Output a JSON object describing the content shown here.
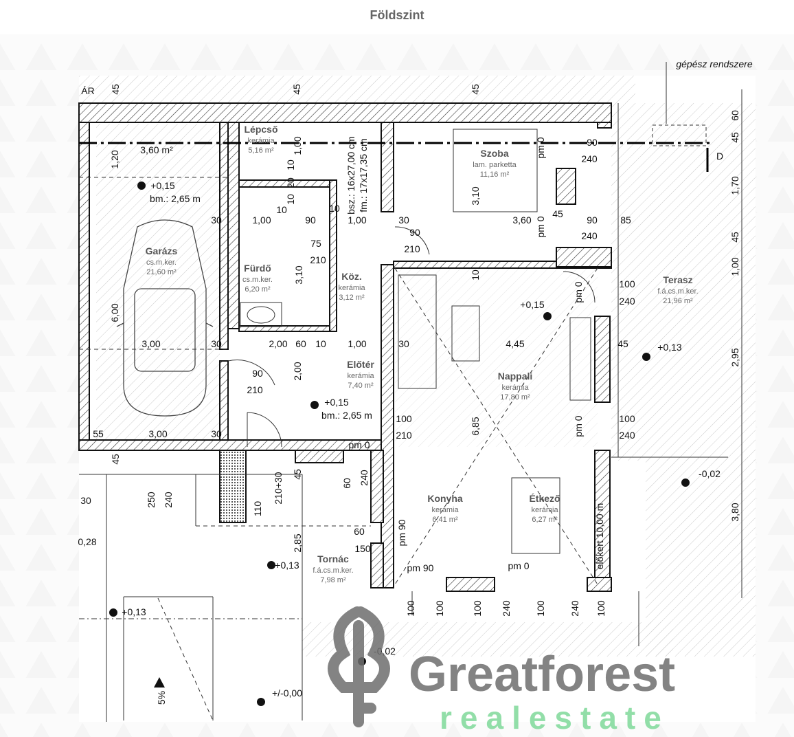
{
  "title": "Földszint",
  "rooms": [
    {
      "name": "Garázs",
      "material": "cs.m.ker.",
      "area": "21,60 m²"
    },
    {
      "name": "Lépcső",
      "material": "kerámia",
      "area": "5,16 m²"
    },
    {
      "name": "Szoba",
      "material": "lam. parketta",
      "area": "11,16 m²"
    },
    {
      "name": "Fürdő",
      "material": "cs.m.ker.",
      "area": "6,20 m²"
    },
    {
      "name": "Köz.",
      "material": "kerámia",
      "area": "3,12 m²"
    },
    {
      "name": "Előtér",
      "material": "kerámia",
      "area": "7,40 m²"
    },
    {
      "name": "Nappali",
      "material": "kerámia",
      "area": "17,80 m²"
    },
    {
      "name": "Terasz",
      "material": "f.á.cs.m.ker.",
      "area": "21,96 m²"
    },
    {
      "name": "Konyha",
      "material": "kerámia",
      "area": "6,41 m²"
    },
    {
      "name": "Étkező",
      "material": "kerámia",
      "area": "6,27 m²"
    },
    {
      "name": "Tornác",
      "material": "f.á.cs.m.ker.",
      "area": "7,98 m²"
    }
  ],
  "dims": [
    "45",
    "45",
    "45",
    "60",
    "45",
    "1,70",
    "45",
    "1,00",
    "2,95",
    "3,80",
    "3,60 m²",
    "1,20",
    "+0,15",
    "bm.: 2,65 m",
    "30",
    "1,00",
    "90",
    "1,00",
    "30",
    "3,60",
    "90",
    "210",
    "75",
    "210",
    "pm 0",
    "90",
    "240",
    "45",
    "90",
    "85",
    "240",
    "pm 0",
    "3,10",
    "1,00",
    "10",
    "20",
    "10",
    "bsz.: 16x27,00 cm",
    "fm.: 17x17,35 cm",
    "3,10",
    "10",
    "+0,15",
    "100",
    "240",
    "pm 0",
    "+0,13",
    "45",
    "4,45",
    "30",
    "1,00",
    "10",
    "60",
    "2,00",
    "30",
    "3,00",
    "6,00",
    "90",
    "210",
    "2,00",
    "+0,15",
    "bm.: 2,65 m",
    "100",
    "210",
    "6,85",
    "pm 0",
    "100",
    "240",
    "55",
    "3,00",
    "30",
    "pm 0",
    "45",
    "45",
    "60",
    "240",
    "250",
    "240",
    "110",
    "210+30",
    "2,85",
    "60",
    "150",
    "pm 90",
    "pm 90",
    "pm 0",
    "+0,13",
    "+0,13",
    "-0,02",
    "+/-0,00",
    "5%",
    "-0,02",
    "előkert 10,00 m",
    "100",
    "100",
    "100",
    "240",
    "100",
    "240",
    "100",
    "30",
    "0,28",
    "ÁR",
    "gépész rendszere",
    "D",
    "10",
    "10"
  ],
  "watermark": {
    "brand": "Greatforest",
    "tagline": "realestate",
    "brand_color": "#6e6e6e",
    "tagline_color": "#7fd99a"
  }
}
